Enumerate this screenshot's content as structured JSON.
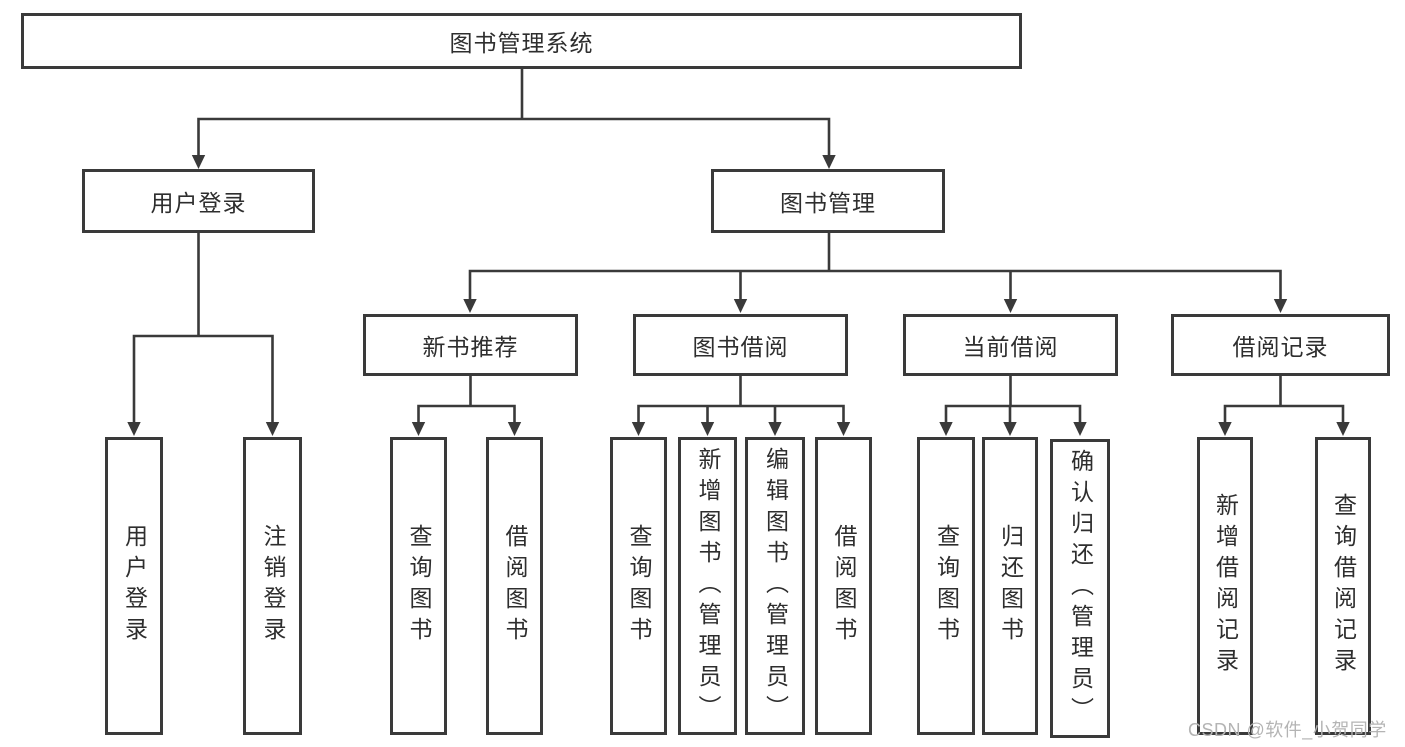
{
  "diagram_title": "图书管理系统",
  "colors": {
    "background": "#ffffff",
    "line": "#3a3a3a",
    "box_border": "#3a3a3a",
    "text": "#2e2e2e",
    "watermark": "#b4b4b4"
  },
  "watermark": {
    "text": "CSDN @软件_小贺同学"
  },
  "tree": {
    "label": "图书管理系统",
    "children": [
      {
        "label": "用户登录",
        "children": [
          {
            "label": "用户登录"
          },
          {
            "label": "注销登录"
          }
        ]
      },
      {
        "label": "图书管理",
        "children": [
          {
            "label": "新书推荐",
            "children": [
              {
                "label": "查询图书"
              },
              {
                "label": "借阅图书"
              }
            ]
          },
          {
            "label": "图书借阅",
            "children": [
              {
                "label": "查询图书"
              },
              {
                "label": "新增图书（管理员）"
              },
              {
                "label": "编辑图书（管理员）"
              },
              {
                "label": "借阅图书"
              }
            ]
          },
          {
            "label": "当前借阅",
            "children": [
              {
                "label": "查询图书"
              },
              {
                "label": "归还图书"
              },
              {
                "label": "确认归还（管理员）"
              }
            ]
          },
          {
            "label": "借阅记录",
            "children": [
              {
                "label": "新增借阅记录"
              },
              {
                "label": "查询借阅记录"
              }
            ]
          }
        ]
      }
    ]
  }
}
